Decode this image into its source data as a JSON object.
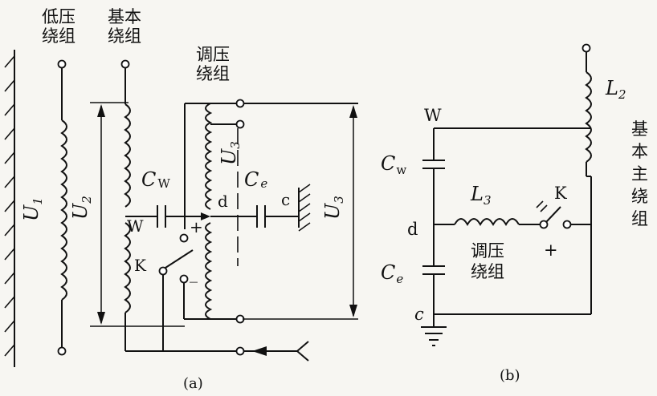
{
  "panel_a": {
    "low_winding": [
      "低压",
      "绕组"
    ],
    "basic_winding": [
      "基本",
      "绕组"
    ],
    "reg_winding": [
      "调压",
      "绕组"
    ],
    "U1": "U",
    "U1_sub": "1",
    "U2": "U",
    "U2_sub": "2",
    "U3": "U",
    "U3_sub": "3",
    "U3_inner": "U",
    "U3_inner_sub": "3",
    "Cw": "C",
    "Cw_sub": "W",
    "Ce": "C",
    "Ce_sub": "e",
    "W": "W",
    "d": "d",
    "c": "c",
    "K": "K",
    "plus": "+",
    "minus": "_",
    "caption": "(a)"
  },
  "panel_b": {
    "W": "W",
    "Cw": "C",
    "Cw_sub": "w",
    "d": "d",
    "Ce": "C",
    "Ce_sub": "e",
    "c": "c",
    "L3": "L",
    "L3_sub": "3",
    "L2": "L",
    "L2_sub": "2",
    "K": "K",
    "plus": "+",
    "reg_winding": [
      "调压",
      "绕组"
    ],
    "basic_main_winding": [
      "基",
      "本",
      "主",
      "绕",
      "组"
    ],
    "caption": "(b)"
  }
}
